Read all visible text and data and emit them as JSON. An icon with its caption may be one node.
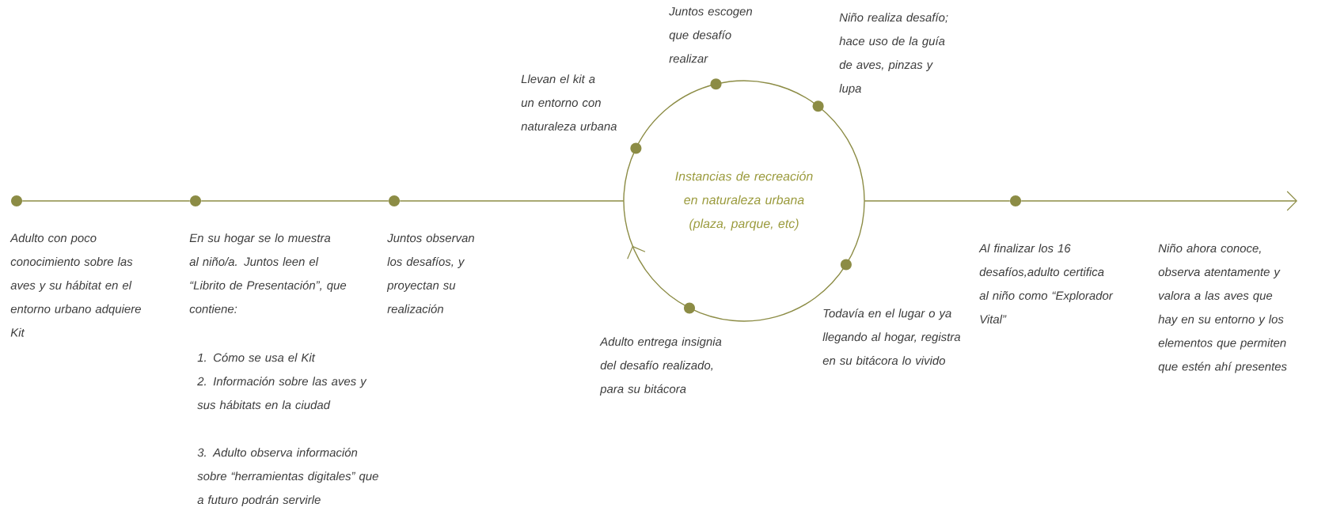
{
  "diagram": {
    "nodes": [
      {
        "text": [],
        "shape": "circle",
        "beside": [
          "Adulto con poco conocimiento sobre las aves y su hábitat en el entorno urbano adquiere Kit"
        ]
      },
      {
        "text": [],
        "shape": "circle",
        "beside": [
          "En su hogar se lo muestra al niño/a. Juntos leen el “Librito de Presentación”, que contiene:",
          "1. Cómo se usa el Kit",
          "2. Información sobre las aves y sus hábitats en la ciudad",
          "3. Adulto observa información sobre “herramientas digitales” que a futuro podrán servirle"
        ]
      },
      {
        "text": [],
        "shape": "circle",
        "beside": [
          "Juntos observan los desafíos, y proyectan su realización"
        ]
      },
      {
        "text": [
          "Instancias de recreación en naturaleza urbana (plaza, parque, etc)"
        ]
      },
      {
        "text": [],
        "shape": "circle",
        "beside": [
          "Llevan el kit a un entorno con naturaleza urbana"
        ]
      },
      {
        "text": [],
        "shape": "circle",
        "beside": [
          "Juntos escogen que desafío realizar"
        ]
      },
      {
        "text": [],
        "shape": "circle",
        "beside": [
          "Niño realiza desafío; hace uso de la guía de aves, pinzas y lupa"
        ]
      },
      {
        "text": [],
        "shape": "circle",
        "beside": [
          "Todavía en el lugar o ya llegando al hogar, registra en su bitácora lo vivido"
        ]
      },
      {
        "text": [],
        "shape": "circle",
        "beside": [
          "Adulto entrega insignia del desafío realizado, para su bitácora"
        ]
      },
      {
        "text": [],
        "shape": "circle",
        "beside": [
          "Al finalizar los 16 desafíos,adulto certifica al niño como “Explorador Vital”"
        ]
      }
    ],
    "edges": [
      {
        "from": 0,
        "to": 1,
        "arrow": "none"
      },
      {
        "from": 1,
        "to": 2,
        "arrow": "none"
      },
      {
        "from": 2,
        "to": 3,
        "arrow": "none"
      },
      {
        "from": 4,
        "to": 5,
        "arrow": "none"
      },
      {
        "from": 5,
        "to": 6,
        "arrow": "none"
      },
      {
        "from": 6,
        "to": 7,
        "arrow": "none"
      },
      {
        "from": 7,
        "to": 8,
        "arrow": "none"
      },
      {
        "from": 8,
        "to": 4,
        "arrow": "to"
      },
      {
        "from": 3,
        "to": 9,
        "arrow": "none"
      },
      {
        "from": 9,
        "to": null,
        "arrow": "to"
      }
    ],
    "labels": [
      "Niño ahora conoce, observa atentamente y valora a las aves que hay en su entorno y los elementos que permiten que estén ahí presentes"
    ]
  }
}
